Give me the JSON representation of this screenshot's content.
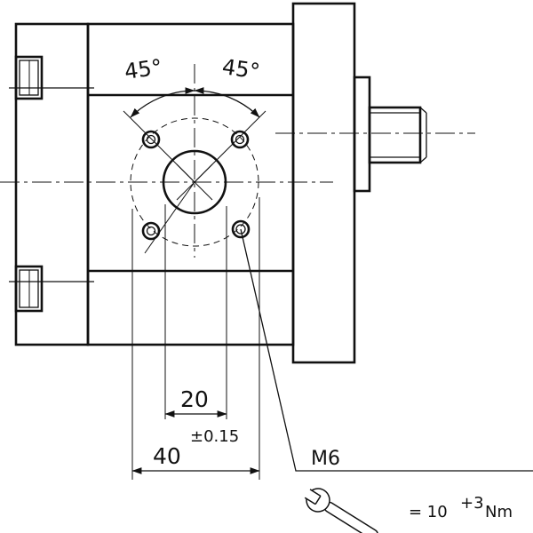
{
  "diagram": {
    "angle_left": "45°",
    "angle_right": "45°",
    "dim_inner": "20",
    "dim_tolerance": "±0.15",
    "dim_outer": "40",
    "thread_label": "M6",
    "torque_prefix": "= 10",
    "torque_tolerance": "+3",
    "torque_unit": "Nm",
    "icons": {
      "torque_tool": "wrench-icon"
    }
  }
}
